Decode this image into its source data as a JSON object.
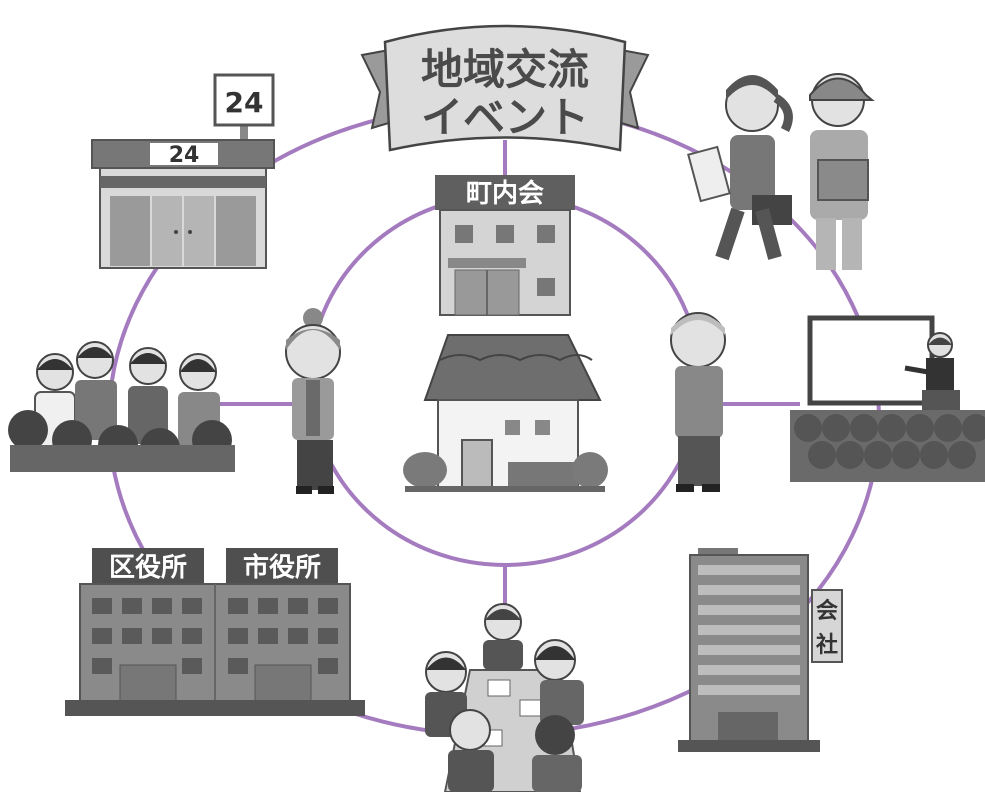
{
  "banner": {
    "line1": "地域交流",
    "line2": "イベント"
  },
  "council_sign": "町内会",
  "store_sign_top": "24",
  "store_sign_front": "24",
  "ward_office_sign": "区役所",
  "city_hall_sign": "市役所",
  "company_sign": {
    "char1": "会",
    "char2": "社"
  },
  "colors": {
    "ring": "#a57bbf",
    "dark_gray": "#5a5a5a",
    "mid_gray": "#8c8c8c",
    "light_gray": "#c9c9c9",
    "outline": "#444444"
  },
  "icons": [
    "convenience-store-icon",
    "town-council-building-icon",
    "delivery-workers-icon",
    "presentation-audience-icon",
    "office-building-icon",
    "meeting-table-icon",
    "city-offices-icon",
    "discussion-group-icon",
    "house-icon",
    "elderly-woman-icon",
    "elderly-man-icon"
  ]
}
